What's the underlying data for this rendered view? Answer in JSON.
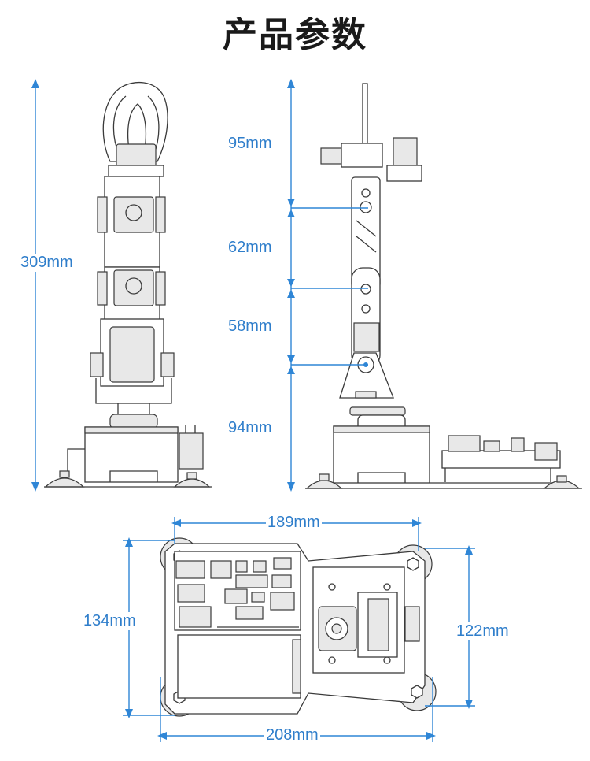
{
  "title": "产品参数",
  "dimensions": {
    "total_height": "309mm",
    "segment_1": "95mm",
    "segment_2": "62mm",
    "segment_3": "58mm",
    "segment_4": "94mm",
    "base_width_top": "189mm",
    "base_width_bottom": "208mm",
    "base_depth_left": "134mm",
    "base_depth_right": "122mm"
  },
  "colors": {
    "dimension_line": "#2f86d6",
    "drawing_line": "#3a3a3a"
  }
}
